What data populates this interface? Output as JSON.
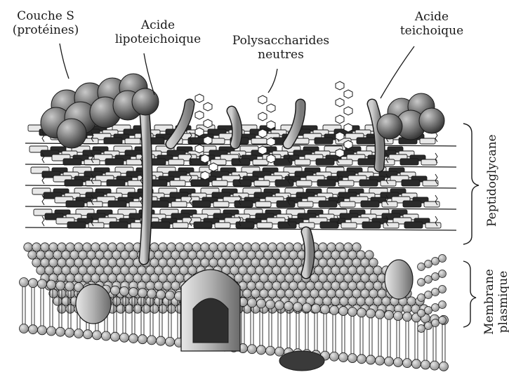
{
  "labels": {
    "s_layer": {
      "line1": "Couche S",
      "line2": "(protéines)"
    },
    "lipoteichoic": {
      "line1": "Acide",
      "line2": "lipoteichoique"
    },
    "polysaccharides": {
      "line1": "Polysaccharides",
      "line2": "neutres"
    },
    "teichoic": {
      "line1": "Acide",
      "line2": "teichoique"
    },
    "peptidoglycan": "Peptidoglycane",
    "membrane": {
      "line1": "Membrane",
      "line2": "plasmique"
    }
  },
  "colors": {
    "ink": "#1a1a1a",
    "sphere_dark": "#5a5a5a",
    "sphere_light": "#a8a8a8",
    "plate_light": "#e8e8e8",
    "plate_dark": "#2a2a2a",
    "lipid_head": "#bdbdbd",
    "rod": "#9a9a9a"
  }
}
